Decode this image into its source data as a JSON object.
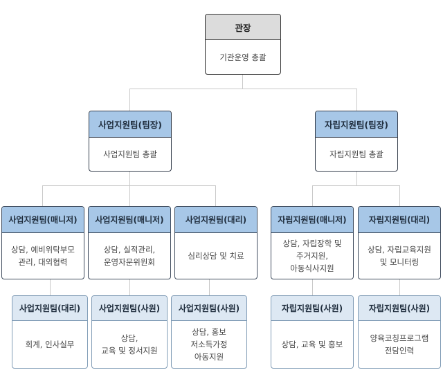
{
  "director": {
    "title": "관장",
    "desc": "기관운영 총괄"
  },
  "teams": [
    {
      "leader": {
        "title": "사업지원팀(팀장)",
        "desc": "사업지원팀 총괄"
      },
      "staff": [
        {
          "title": "사업지원팀(매니저)",
          "desc": "상담, 예비위탁부모\n관리, 대외협력"
        },
        {
          "title": "사업지원팀(매니저)",
          "desc": "상담, 실적관리,\n운영자문위원회"
        },
        {
          "title": "사업지원팀(대리)",
          "desc": "심리상담 및 치료"
        }
      ],
      "sub_staff": [
        {
          "title": "사업지원팀(대리)",
          "desc": "회계, 인사실무"
        },
        {
          "title": "사업지원팀(사원)",
          "desc": "상담,\n교육 및 정서지원"
        },
        {
          "title": "사업지원팀(사원)",
          "desc": "상담, 홍보\n저소득가정\n아동지원"
        }
      ]
    },
    {
      "leader": {
        "title": "자립지원팀(팀장)",
        "desc": "자립지원팀 총괄"
      },
      "staff": [
        {
          "title": "자립지원팀(매니저)",
          "desc": "상담, 자립장학 및\n주거지원,\n아동식사지원"
        },
        {
          "title": "자립지원팀(대리)",
          "desc": "상담, 자립교육지원\n및 모니터링"
        }
      ],
      "sub_staff": [
        {
          "title": "자립지원팀(사원)",
          "desc": "상담, 교육 및 홍보"
        },
        {
          "title": "자립지원팀(사원)",
          "desc": "양육코칭프로그램\n전담인력"
        }
      ]
    }
  ],
  "colors": {
    "header_dark": "#a7c7e7",
    "header_light": "#dde8f3",
    "director_header": "#dcdcdc",
    "connector": "#c8c8c8"
  }
}
